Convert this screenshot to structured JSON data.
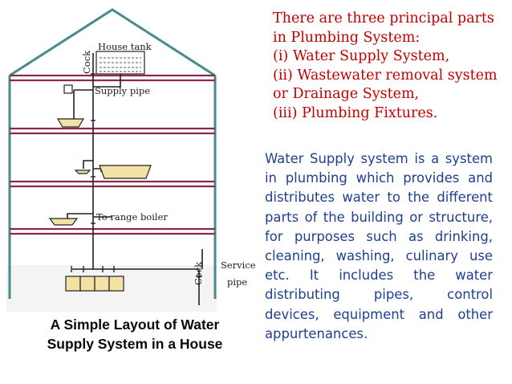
{
  "diagram": {
    "labels": {
      "house_tank": "House tank",
      "cock_top": "Cock",
      "supply_pipe": "Supply pipe",
      "to_range_boiler": "To range boiler",
      "cock_bottom": "Cock",
      "service_line1": "Service",
      "service_line2": "pipe"
    },
    "colors": {
      "outline": "#4a8a8a",
      "floor_band": "#8b2b4a",
      "pipe": "#222222",
      "fixture_fill": "#f2e2a6",
      "fixture_stroke": "#222222",
      "ground_fill": "#f4f4f4"
    }
  },
  "caption": {
    "line1": "A Simple Layout of Water",
    "line2": "Supply System in a House"
  },
  "intro": {
    "line1": "There are three principal parts",
    "line2": "in Plumbing System:",
    "line3": "(i) Water Supply System,",
    "line4": "(ii) Wastewater removal system",
    "line5": "or Drainage System,",
    "line6": "(iii) Plumbing Fixtures."
  },
  "description": "Water Supply system is a system in plumbing which provides and distributes water to the different parts of the building or structure, for purposes such as drinking, cleaning, washing, culinary use etc. It includes the water distributing pipes, control devices, equipment and other appurtenances."
}
